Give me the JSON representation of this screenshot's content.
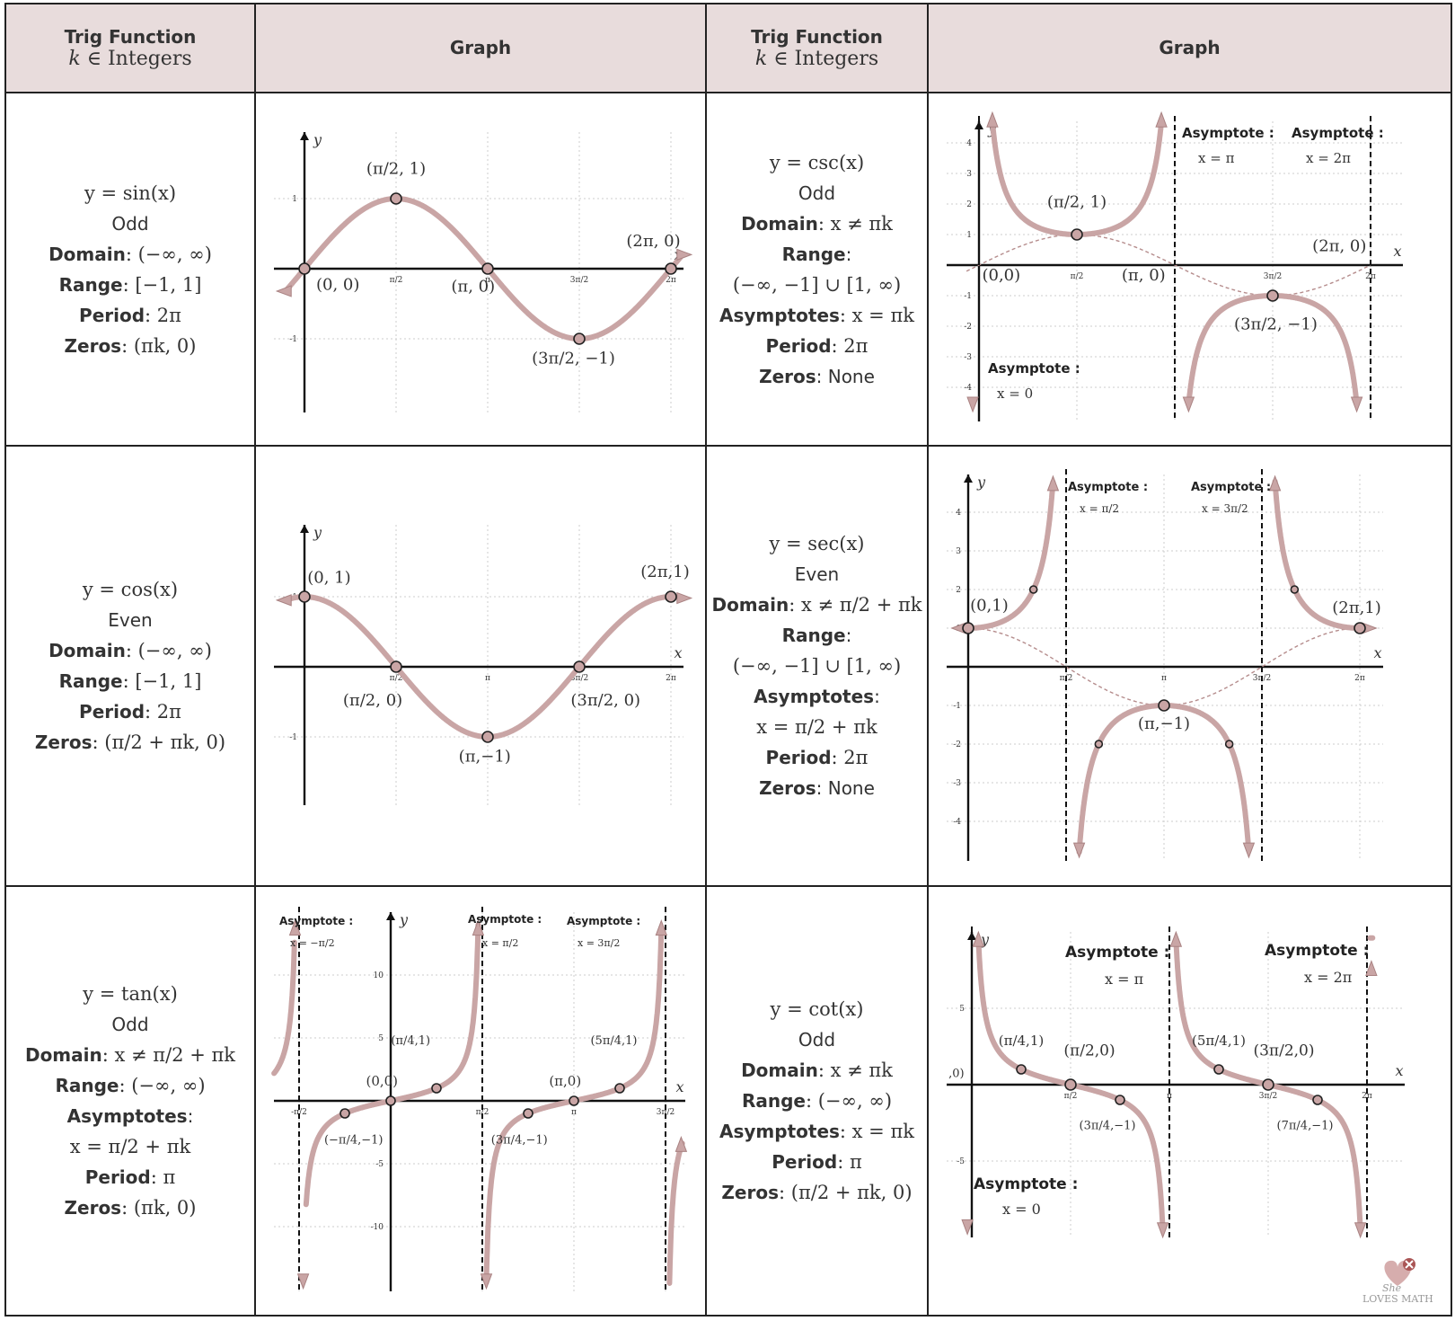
{
  "header": {
    "trig_title": "Trig Function",
    "trig_sub_k": "k",
    "trig_sub_rest": " ∈ Integers",
    "graph_title": "Graph"
  },
  "rows": [
    {
      "fn": "y = sin(x)",
      "parity": "Odd",
      "domain_label": "Domain",
      "domain": ": (−∞, ∞)",
      "range_label": "Range",
      "range": ": [−1, 1]",
      "period_label": "Period",
      "period": ": 2π",
      "zeros_label": "Zeros",
      "zeros": ": (πk, 0)"
    },
    {
      "fn": "y = csc(x)",
      "parity": "Odd",
      "domain_label": "Domain",
      "domain": ": x ≠ πk",
      "range_label": "Range",
      "range": ":",
      "range2": "(−∞, −1] ∪ [1, ∞)",
      "asym_label": "Asymptotes",
      "asym": ": x = πk",
      "period_label": "Period",
      "period": ": 2π",
      "zeros_label": "Zeros",
      "zeros": ": None"
    },
    {
      "fn": "y = cos(x)",
      "parity": "Even",
      "domain_label": "Domain",
      "domain": ": (−∞, ∞)",
      "range_label": "Range",
      "range": ": [−1, 1]",
      "period_label": "Period",
      "period": ": 2π",
      "zeros_label": "Zeros",
      "zeros": ": (π/2 + πk, 0)"
    },
    {
      "fn": "y = sec(x)",
      "parity": "Even",
      "domain_label": "Domain",
      "domain": ": x ≠ π/2 + πk",
      "range_label": "Range",
      "range": ":",
      "range2": "(−∞, −1] ∪ [1, ∞)",
      "asym_label": "Asymptotes",
      "asym": ":",
      "asym2": "x = π/2 + πk",
      "period_label": "Period",
      "period": ": 2π",
      "zeros_label": "Zeros",
      "zeros": ": None"
    },
    {
      "fn": "y = tan(x)",
      "parity": "Odd",
      "domain_label": "Domain",
      "domain": ": x ≠ π/2 + πk",
      "range_label": "Range",
      "range": ": (−∞, ∞)",
      "asym_label": "Asymptotes",
      "asym": ":",
      "asym2": "x = π/2 + πk",
      "period_label": "Period",
      "period": ": π",
      "zeros_label": "Zeros",
      "zeros": ": (πk, 0)"
    },
    {
      "fn": "y = cot(x)",
      "parity": "Odd",
      "domain_label": "Domain",
      "domain": ": x ≠ πk",
      "range_label": "Range",
      "range": ": (−∞, ∞)",
      "asym_label": "Asymptotes",
      "asym": ": x = πk",
      "period_label": "Period",
      "period": ": π",
      "zeros_label": "Zeros",
      "zeros": ": (π/2 + πk, 0)"
    }
  ],
  "graphs": {
    "sin": {
      "points": [
        "(π/2, 1)",
        "(0, 0)",
        "(π, 0)",
        "(2π, 0)",
        "(3π/2, −1)"
      ],
      "ticks": [
        "π/2",
        "π",
        "3π/2",
        "2π"
      ],
      "yticks": [
        "1",
        "-1"
      ],
      "axis_y": "y",
      "axis_x": "x"
    },
    "csc": {
      "asymptotes": [
        "Asymptote :",
        "x = π",
        "Asymptote :",
        "x = 2π",
        "Asymptote :",
        "x = 0"
      ],
      "points": [
        "(π/2, 1)",
        "(0,0)",
        "(π, 0)",
        "(2π, 0)",
        "(3π/2, −1)"
      ],
      "ticks": [
        "π/2",
        "3π/2",
        "2π"
      ],
      "yticks": [
        "4",
        "3",
        "2",
        "1",
        "-1",
        "-2",
        "-3",
        "-4"
      ],
      "axis_y": "y",
      "axis_x": "x"
    },
    "cos": {
      "points": [
        "(0, 1)",
        "(2π,1)",
        "(π/2, 0)",
        "(3π/2, 0)",
        "(π,−1)"
      ],
      "ticks": [
        "π/2",
        "π",
        "3π/2",
        "2π"
      ],
      "yticks": [
        "1",
        "-1"
      ],
      "axis_y": "y",
      "axis_x": "x"
    },
    "sec": {
      "asymptotes": [
        "Asymptote :",
        "x = π/2",
        "Asymptote :",
        "x = 3π/2"
      ],
      "points": [
        "(0,1)",
        "(2π,1)",
        "(π,−1)"
      ],
      "ticks": [
        "π/2",
        "π",
        "3π/2",
        "2π"
      ],
      "yticks": [
        "4",
        "3",
        "2",
        "1",
        "-1",
        "-2",
        "-3",
        "-4"
      ],
      "axis_y": "y",
      "axis_x": "x"
    },
    "tan": {
      "asymptotes": [
        "Asymptote :",
        "x = −π/2",
        "Asymptote :",
        "x = π/2",
        "Asymptote :",
        "x = 3π/2"
      ],
      "points": [
        "(π/4,1)",
        "(5π/4,1)",
        "(0,0)",
        "(π,0)",
        "(−π/4,−1)",
        "(3π/4,−1)"
      ],
      "ticks": [
        "-π/2",
        "π/2",
        "π",
        "3π/2"
      ],
      "yticks": [
        "10",
        "5",
        "-5",
        "-10"
      ],
      "axis_y": "y",
      "axis_x": "x"
    },
    "cot": {
      "asymptotes": [
        "Asymptote :",
        "x = π",
        "Asymptote :",
        "x = 2π",
        "Asymptote :",
        "x = 0"
      ],
      "points": [
        "(π/4,1)",
        "(π/2,0)",
        "(5π/4,1)",
        "(3π/2,0)",
        "(3π/4,−1)",
        "(7π/4,−1)",
        ",0)"
      ],
      "ticks": [
        "π/2",
        "π",
        "3π/2",
        "2π"
      ],
      "yticks": [
        "5",
        "-5"
      ],
      "axis_y": "y",
      "axis_x": "x"
    }
  },
  "logo": {
    "line1": "She",
    "line2": "LOVES MATH"
  },
  "colors": {
    "curve": "#c9a5a5",
    "curve_stroke": "#a98282",
    "header_bg": "#e8dcdc",
    "grid": "#cccccc"
  }
}
